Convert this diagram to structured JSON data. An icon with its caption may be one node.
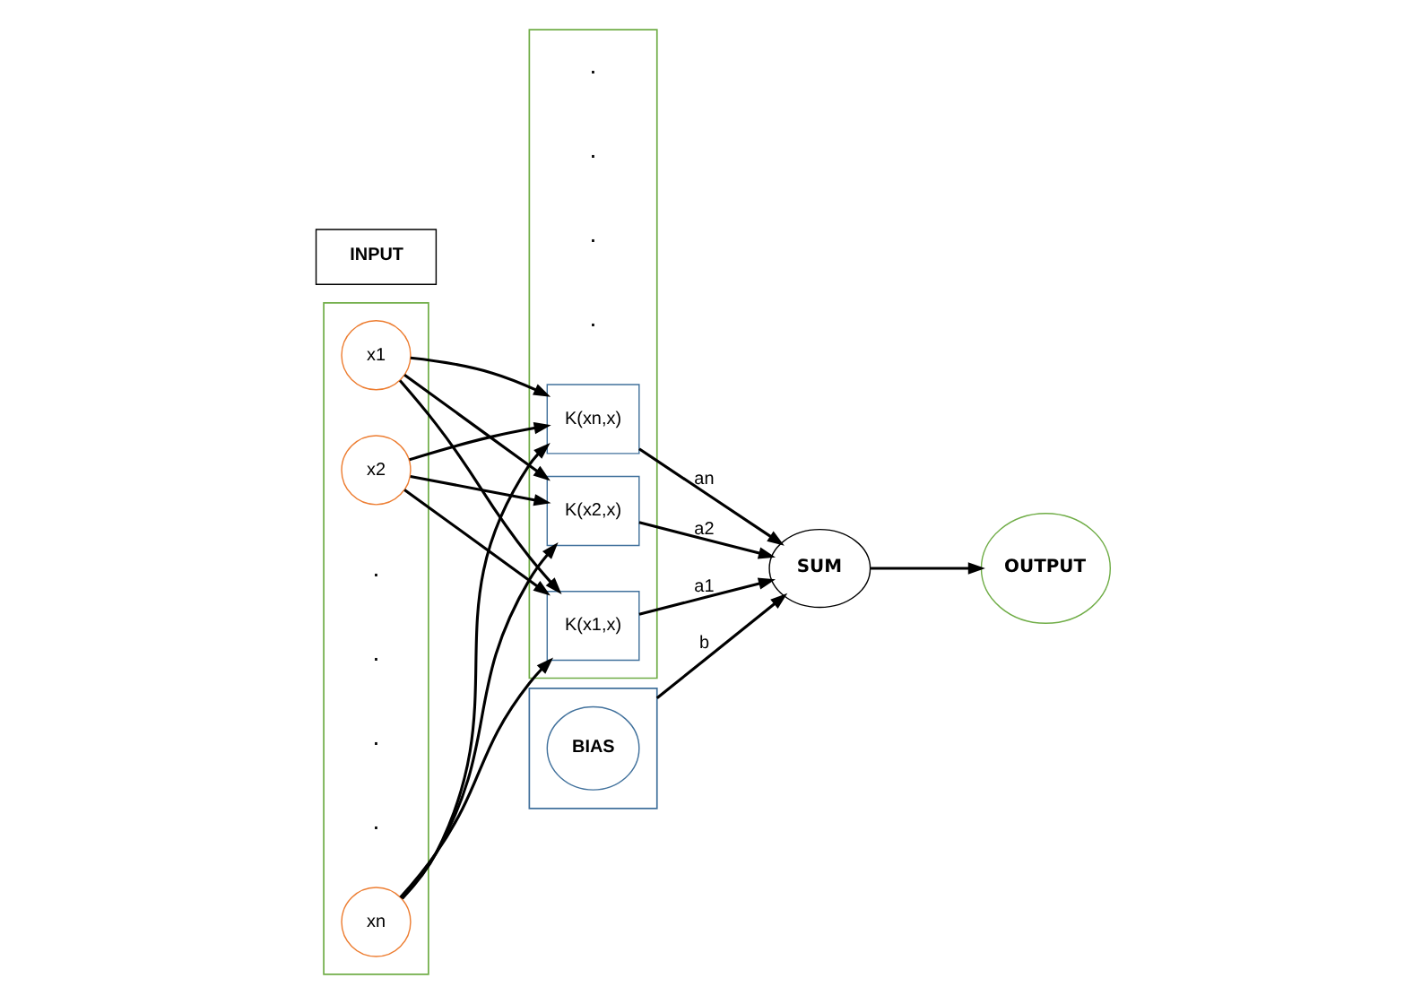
{
  "diagram": {
    "nodes": [
      {
        "text": [],
        "shape": "box"
      },
      {
        "text": [
          "x1"
        ],
        "in": 0
      },
      {
        "text": [
          "x2"
        ],
        "in": 0
      },
      {
        "text": [
          "xn"
        ],
        "in": 0
      },
      {
        "text": [],
        "shape": "box"
      },
      {
        "text": [
          "K(x1,x)"
        ],
        "in": 4
      },
      {
        "text": [
          "K(x2,x)"
        ],
        "in": 4
      },
      {
        "text": [
          "K(xn,x)"
        ],
        "in": 4
      },
      {
        "text": [
          "SUM"
        ]
      },
      {
        "text": [
          "OUTPUT"
        ]
      },
      {
        "text": [],
        "shape": "box"
      },
      {
        "text": [
          "BIAS"
        ],
        "in": 10
      },
      {
        "text": [
          "INPUT"
        ]
      }
    ],
    "edges": [
      {
        "from": 1,
        "to": 5,
        "arrow": "to"
      },
      {
        "from": 1,
        "to": 6,
        "arrow": "to"
      },
      {
        "from": 1,
        "to": 7,
        "arrow": "to"
      },
      {
        "from": 2,
        "to": 5,
        "arrow": "to"
      },
      {
        "from": 2,
        "to": 6,
        "arrow": "to"
      },
      {
        "from": 2,
        "to": 7,
        "arrow": "to"
      },
      {
        "from": 3,
        "to": 5,
        "arrow": "to"
      },
      {
        "from": 3,
        "to": 6,
        "arrow": "to"
      },
      {
        "from": 3,
        "to": 7,
        "arrow": "to"
      },
      {
        "from": 5,
        "to": 8,
        "arrow": "to",
        "label": "a1"
      },
      {
        "from": 6,
        "to": 8,
        "arrow": "to",
        "label": "a2"
      },
      {
        "from": 7,
        "to": 8,
        "arrow": "to",
        "label": "an"
      },
      {
        "from": 8,
        "to": 9,
        "arrow": "to"
      },
      {
        "from": 10,
        "to": 8,
        "arrow": "to",
        "label": "b"
      }
    ],
    "labels": [
      ".",
      ".",
      ".",
      ".",
      ".",
      ".",
      ".",
      "."
    ]
  }
}
